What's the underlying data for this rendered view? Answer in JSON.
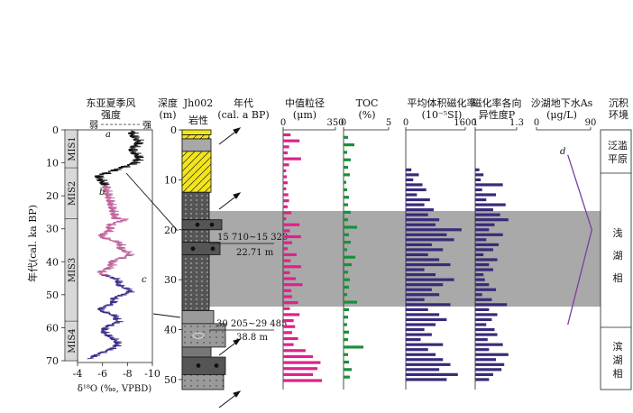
{
  "headers": {
    "monsoon": [
      "东亚夏季风",
      "强度"
    ],
    "weak": "弱",
    "strong": "强",
    "age_axis_label": "年代(cal. ka BP)",
    "depth": [
      "深度",
      "(m)"
    ],
    "core": "Jh002",
    "lithology": "岩性",
    "age_col": [
      "年代",
      "(cal. a BP)"
    ],
    "grain": [
      "中值粒径",
      "(μm)"
    ],
    "toc": [
      "TOC",
      "(%)"
    ],
    "mag": [
      "平均体积磁化率",
      "(10⁻⁵SI)"
    ],
    "aniso": [
      "磁化率各向",
      "异性度P"
    ],
    "arsenic": [
      "沙湖地下水As",
      "(μg/L)"
    ],
    "env": [
      "沉积",
      "环境"
    ]
  },
  "mis_labels": [
    "MIS1",
    "MIS2",
    "MIS3",
    "MIS4"
  ],
  "curve_labels": [
    "a",
    "b",
    "c",
    "d"
  ],
  "dates": {
    "d1": "15 710~15 320",
    "d1_depth": "22.71 m",
    "d2": "30 205~29 485",
    "d2_depth": "38.8 m"
  },
  "environments": {
    "floodplain": [
      "泛滥",
      "平原"
    ],
    "shallow_lake": [
      "浅",
      "湖",
      "相"
    ],
    "shore_lake": [
      "滨",
      "湖",
      "相"
    ]
  },
  "colors": {
    "grain": "#e0218a",
    "toc": "#1a8f3a",
    "mag": "#3a2a7a",
    "aniso": "#3a2a7a",
    "arsenic": "#7b3fa0",
    "monsoon_black": "#111111",
    "monsoon_pink": "#c0609a",
    "monsoon_purple": "#3b2e8a",
    "band": "#a9a9a9"
  },
  "chart_data": [
    {
      "type": "line",
      "name": "monsoon_d18O",
      "xlabel": "δ¹⁸O (‰, VPBD)",
      "ylabel": "年代(cal. ka BP)",
      "xlim": [
        -4,
        -10
      ],
      "ylim": [
        0,
        70
      ],
      "x_ticks": [
        -4,
        -6,
        -8,
        -10
      ],
      "y_ticks": [
        0,
        10,
        20,
        30,
        40,
        50,
        60,
        70
      ],
      "mis_boundaries_ka": [
        0,
        11.5,
        27,
        58,
        70
      ]
    },
    {
      "type": "bar",
      "name": "median_grain_size",
      "xlim": [
        0,
        350
      ],
      "x_ticks": [
        0,
        350
      ],
      "ylim": [
        0,
        52
      ],
      "depth_m": [
        1,
        2.2,
        3.4,
        4.6,
        5.8,
        7,
        8.2,
        9.4,
        10.6,
        11.8,
        13,
        14.2,
        15.4,
        16.6,
        17.8,
        19,
        20.2,
        21.4,
        22.6,
        23.8,
        25,
        26.2,
        27.4,
        28.6,
        29.8,
        31,
        32.2,
        33.4,
        34.6,
        35.8,
        37,
        38.2,
        39.4,
        40.6,
        41.8,
        43,
        44.2,
        45.4,
        46.6,
        47.8,
        49,
        50.2
      ],
      "values": [
        50,
        110,
        40,
        30,
        120,
        40,
        20,
        25,
        30,
        20,
        35,
        40,
        30,
        55,
        20,
        110,
        45,
        120,
        60,
        30,
        90,
        50,
        120,
        45,
        85,
        130,
        55,
        60,
        100,
        45,
        110,
        70,
        80,
        60,
        100,
        70,
        150,
        200,
        250,
        230,
        200,
        260
      ]
    },
    {
      "type": "bar",
      "name": "TOC",
      "xlim": [
        0,
        5
      ],
      "x_ticks": [
        0,
        5
      ],
      "ylim": [
        0,
        52
      ],
      "depth_m": [
        1.5,
        3,
        4.5,
        6,
        7.5,
        9,
        10.5,
        12,
        13.5,
        15,
        16.5,
        18,
        19.5,
        21,
        22.5,
        24,
        25.5,
        27,
        28.5,
        30,
        31.5,
        33,
        34.5,
        36,
        37.5,
        39,
        40.5,
        42,
        43.5,
        45,
        46.5,
        48,
        49.5
      ],
      "values": [
        0.5,
        1.2,
        0.4,
        0.8,
        0.5,
        0.7,
        0.3,
        0.4,
        0.6,
        0.5,
        0.8,
        0.5,
        1.5,
        0.6,
        0.8,
        0.4,
        1.3,
        0.9,
        0.5,
        0.7,
        0.6,
        0.4,
        1.5,
        0.6,
        0.5,
        0.4,
        0.6,
        0.5,
        2.2,
        0.5,
        0.6,
        0.9,
        0.7
      ]
    },
    {
      "type": "bar",
      "name": "mean_volume_susceptibility",
      "xlim": [
        0,
        1600
      ],
      "x_ticks": [
        0,
        1600
      ],
      "ylim": [
        0,
        52
      ],
      "depth_m": [
        8,
        9,
        10,
        11,
        12,
        13,
        14,
        15,
        16,
        17,
        18,
        19,
        20,
        21,
        22,
        23,
        24,
        25,
        26,
        27,
        28,
        29,
        30,
        31,
        32,
        33,
        34,
        35,
        36,
        37,
        38,
        39,
        40,
        41,
        42,
        43,
        44,
        45,
        46,
        47,
        48,
        49,
        50
      ],
      "values": [
        150,
        350,
        200,
        450,
        550,
        300,
        650,
        500,
        750,
        600,
        900,
        800,
        1500,
        1100,
        1300,
        700,
        1000,
        600,
        900,
        1200,
        500,
        800,
        1300,
        1000,
        700,
        900,
        500,
        1200,
        600,
        900,
        1100,
        800,
        500,
        700,
        400,
        1000,
        600,
        800,
        1000,
        1200,
        900,
        1400,
        1100
      ]
    },
    {
      "type": "bar",
      "name": "anisotropy_P",
      "xlim": [
        1,
        1.3
      ],
      "x_ticks": [
        1,
        1.3
      ],
      "ylim": [
        0,
        52
      ],
      "depth_m": [
        8,
        9,
        10,
        11,
        12,
        13,
        14,
        15,
        16,
        17,
        18,
        19,
        20,
        21,
        22,
        23,
        24,
        25,
        26,
        27,
        28,
        29,
        30,
        31,
        32,
        33,
        34,
        35,
        36,
        37,
        38,
        39,
        40,
        41,
        42,
        43,
        44,
        45,
        46,
        47,
        48,
        49,
        50
      ],
      "values": [
        1.03,
        1.06,
        1.04,
        1.2,
        1.05,
        1.15,
        1.08,
        1.22,
        1.13,
        1.18,
        1.24,
        1.14,
        1.1,
        1.2,
        1.08,
        1.17,
        1.13,
        1.06,
        1.16,
        1.1,
        1.13,
        1.06,
        1.07,
        1.1,
        1.15,
        1.05,
        1.12,
        1.23,
        1.1,
        1.16,
        1.12,
        1.08,
        1.14,
        1.16,
        1.09,
        1.2,
        1.1,
        1.24,
        1.15,
        1.21,
        1.19,
        1.13,
        1.1
      ]
    },
    {
      "type": "line",
      "name": "groundwater_As",
      "xlim": [
        0,
        90
      ],
      "x_ticks": [
        0,
        90
      ],
      "ylim": [
        0,
        52
      ],
      "points": [
        [
          52,
          5
        ],
        [
          92,
          20
        ],
        [
          52,
          39
        ]
      ]
    }
  ]
}
